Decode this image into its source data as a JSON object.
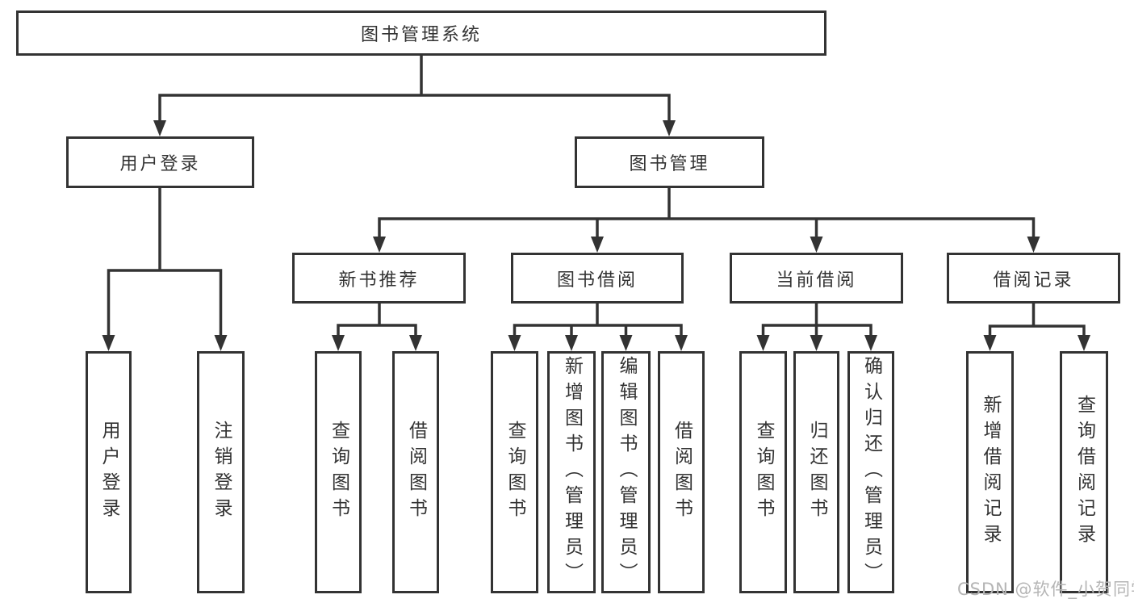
{
  "diagram": {
    "tree": {
      "label": "图书管理系统",
      "children": [
        {
          "label": "用户登录",
          "children": [
            {
              "label": "用户登录"
            },
            {
              "label": "注销登录"
            }
          ]
        },
        {
          "label": "图书管理",
          "children": [
            {
              "label": "新书推荐",
              "children": [
                {
                  "label": "查询图书"
                },
                {
                  "label": "借阅图书"
                }
              ]
            },
            {
              "label": "图书借阅",
              "children": [
                {
                  "label": "查询图书"
                },
                {
                  "label": "新增图书（管理员）"
                },
                {
                  "label": "编辑图书（管理员）"
                },
                {
                  "label": "借阅图书"
                }
              ]
            },
            {
              "label": "当前借阅",
              "children": [
                {
                  "label": "查询图书"
                },
                {
                  "label": "归还图书"
                },
                {
                  "label": "确认归还（管理员）"
                }
              ]
            },
            {
              "label": "借阅记录",
              "children": [
                {
                  "label": "新增借阅记录"
                },
                {
                  "label": "查询借阅记录"
                }
              ]
            }
          ]
        }
      ]
    },
    "colors": {
      "line": "#333333",
      "box_border": "#333333",
      "text": "#333333",
      "watermark": "#b5b5b5",
      "background": "#ffffff"
    }
  },
  "watermark": "CSDN @软件_小贺同学"
}
